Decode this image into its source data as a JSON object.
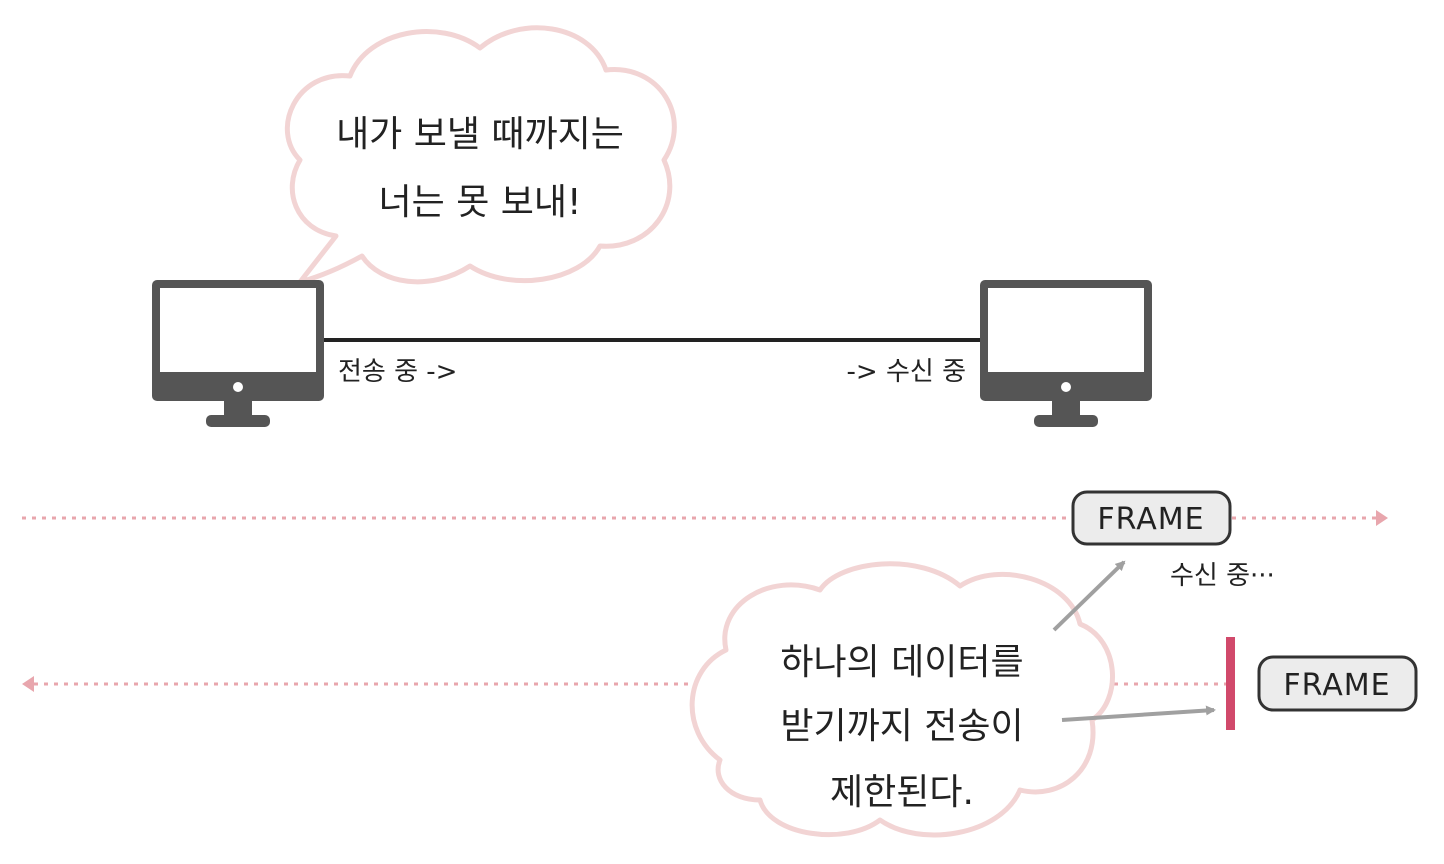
{
  "top_bubble": {
    "line1": "내가 보낼 때까지는",
    "line2": "너는 못 보내!"
  },
  "link": {
    "sender_label": "전송 중 ->",
    "receiver_label": "-> 수신 중"
  },
  "timeline": {
    "top_frame_label": "FRAME",
    "receiving_label": "수신 중···",
    "bottom_frame_label": "FRAME"
  },
  "bottom_bubble": {
    "line1": "하나의 데이터를",
    "line2": "받기까지 전송이",
    "line3": "제한된다."
  },
  "colors": {
    "bubble_fill": "#ffffff",
    "bubble_stroke": "#f2d4d4",
    "monitor": "#555555",
    "dotted_line": "#e8a6ad",
    "blocker": "#d1496b",
    "frame_fill": "#ececec",
    "arrow": "#a0a0a0"
  }
}
